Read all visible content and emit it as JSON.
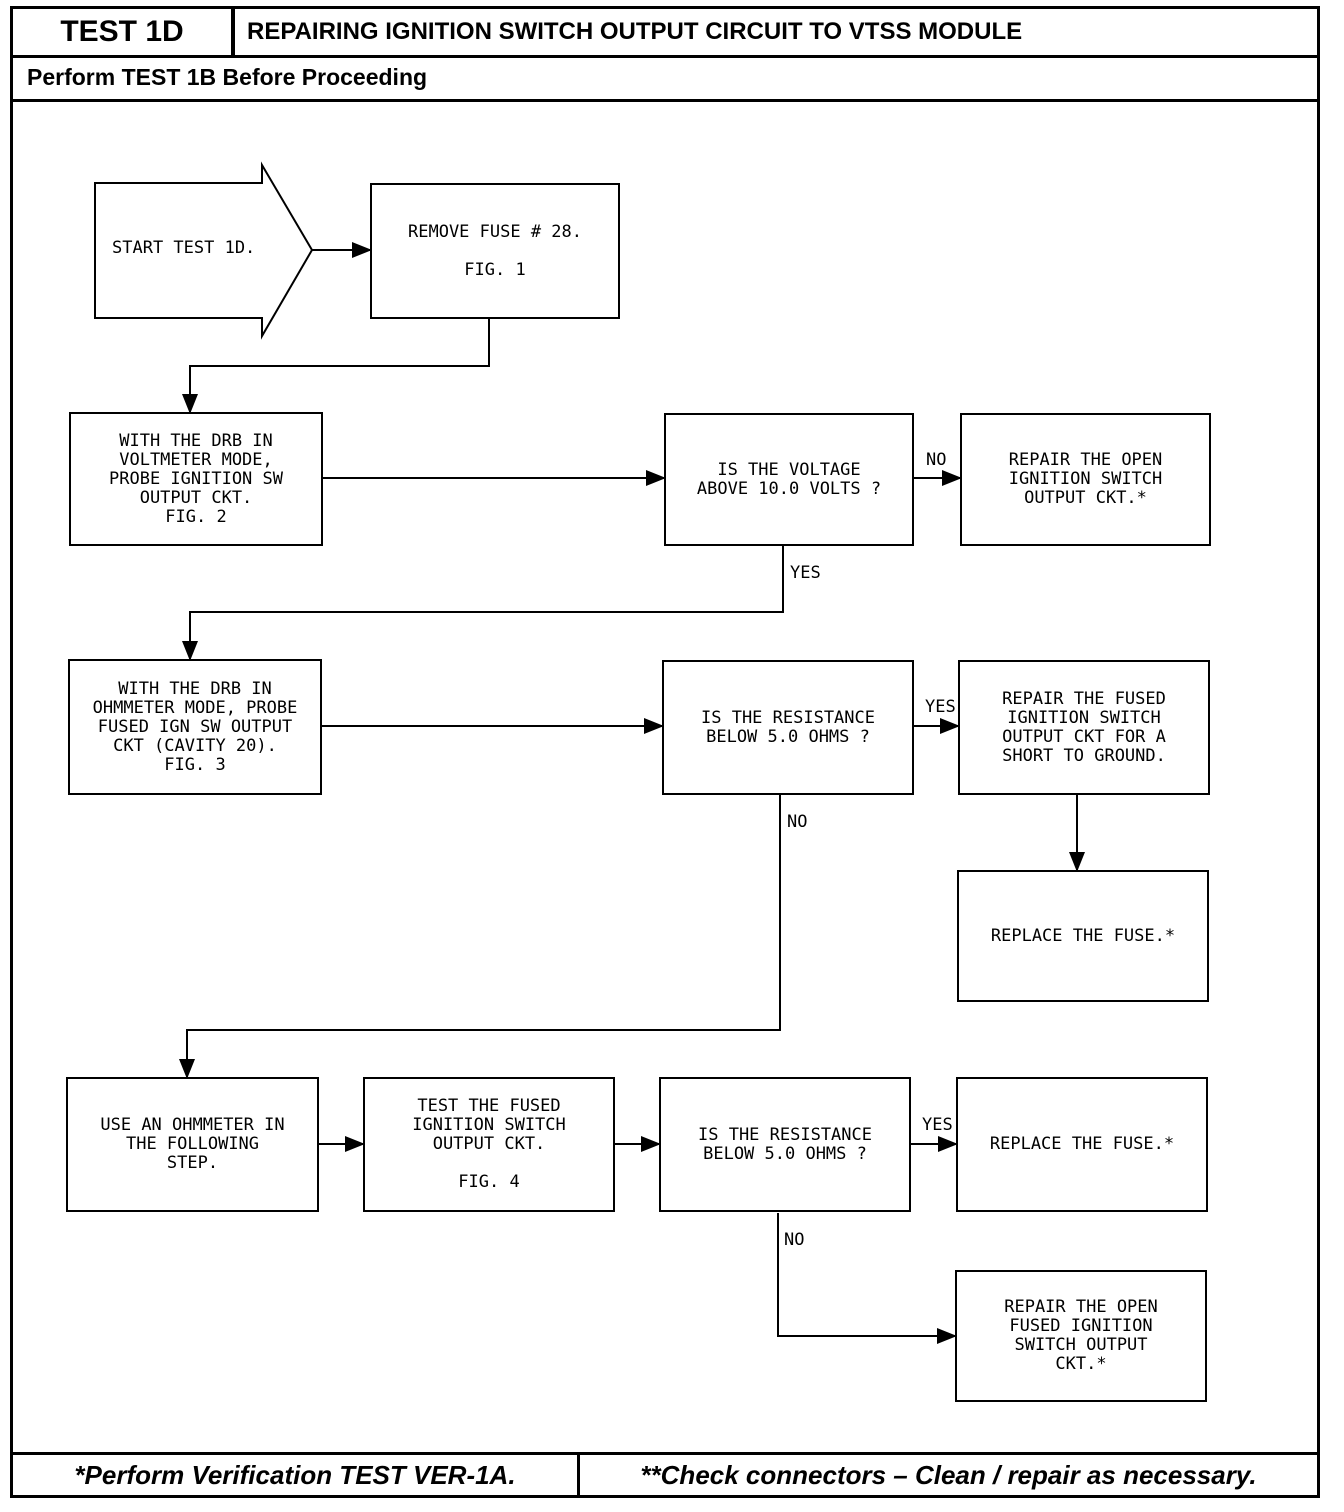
{
  "header": {
    "test_id": "TEST 1D",
    "title": "REPAIRING IGNITION SWITCH OUTPUT CIRCUIT TO VTSS MODULE",
    "subtitle": "Perform TEST 1B Before Proceeding"
  },
  "nodes": {
    "start": "START TEST 1D.",
    "remove_fuse": [
      "REMOVE FUSE # 28.",
      "",
      "FIG. 1"
    ],
    "voltmeter": [
      "WITH THE DRB IN",
      "VOLTMETER MODE,",
      "PROBE IGNITION SW",
      "OUTPUT CKT.",
      "FIG. 2"
    ],
    "voltage_q": [
      "IS THE VOLTAGE",
      "ABOVE 10.0 VOLTS ?"
    ],
    "repair_open": [
      "REPAIR THE OPEN",
      "IGNITION SWITCH",
      "OUTPUT CKT.*"
    ],
    "ohmmeter": [
      "WITH THE DRB IN",
      "OHMMETER MODE, PROBE",
      "FUSED IGN SW OUTPUT",
      "CKT (CAVITY 20).",
      "FIG. 3"
    ],
    "resistance_q1": [
      "IS THE RESISTANCE",
      "BELOW 5.0 OHMS ?"
    ],
    "repair_short": [
      "REPAIR THE FUSED",
      "IGNITION SWITCH",
      "OUTPUT CKT FOR A",
      "SHORT TO GROUND."
    ],
    "replace_fuse_1": [
      "REPLACE THE FUSE.*"
    ],
    "use_ohmmeter": [
      "USE AN OHMMETER IN",
      "THE FOLLOWING",
      "STEP."
    ],
    "test_fused": [
      "TEST THE FUSED",
      "IGNITION SWITCH",
      "OUTPUT CKT.",
      "",
      "FIG. 4"
    ],
    "resistance_q2": [
      "IS THE RESISTANCE",
      "BELOW 5.0 OHMS ?"
    ],
    "replace_fuse_2": [
      "REPLACE THE FUSE.*"
    ],
    "repair_open_fused": [
      "REPAIR THE OPEN",
      "FUSED IGNITION",
      "SWITCH OUTPUT",
      "CKT.*"
    ]
  },
  "edge_labels": {
    "no_1": "NO",
    "yes_1": "YES",
    "yes_2": "YES",
    "no_2": "NO",
    "yes_3": "YES",
    "no_3": "NO"
  },
  "footer": {
    "left": "*Perform Verification TEST VER-1A.",
    "right": "**Check connectors – Clean / repair as necessary."
  }
}
